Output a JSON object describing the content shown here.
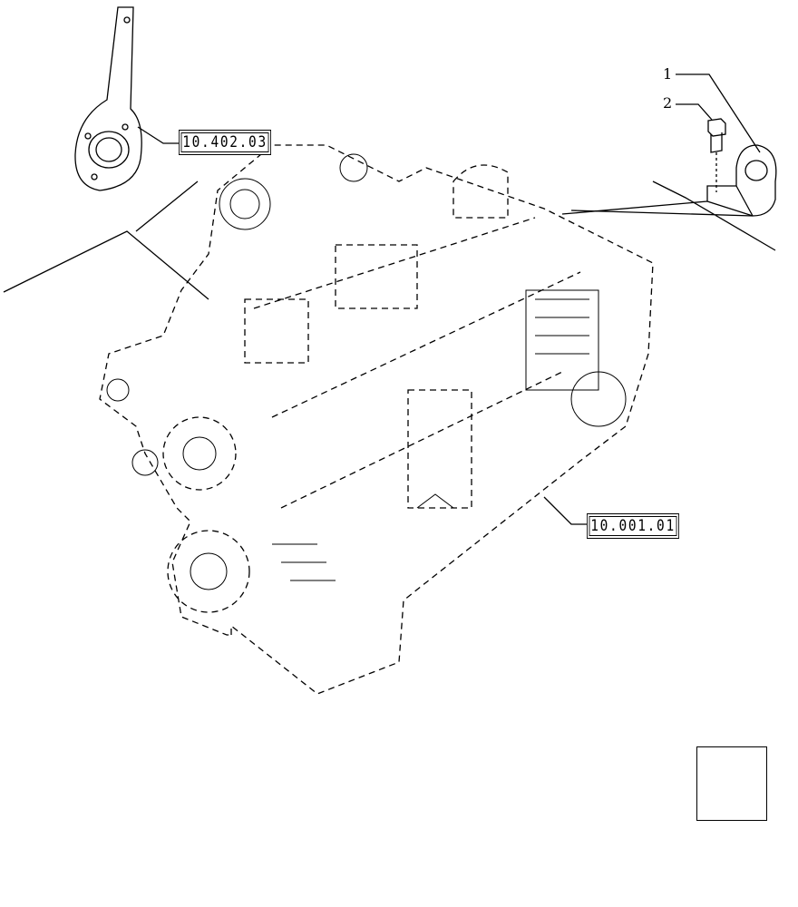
{
  "references": [
    {
      "id": "ref-gasket",
      "label": "10.402.03"
    },
    {
      "id": "ref-engine",
      "label": "10.001.01"
    }
  ],
  "callouts": [
    {
      "id": "callout-1",
      "label": "1"
    },
    {
      "id": "callout-2",
      "label": "2"
    }
  ],
  "navigation": {
    "icon": "previous-page-arrow-icon"
  }
}
